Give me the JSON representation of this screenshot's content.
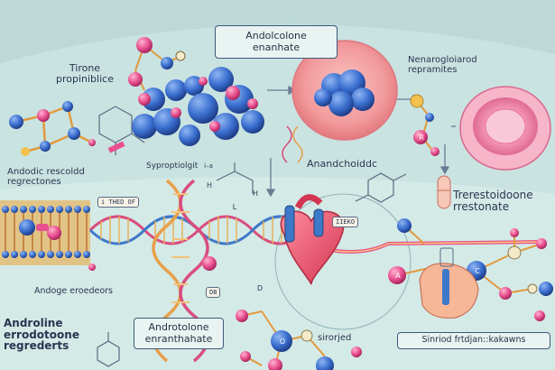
{
  "labels": {
    "top_box": "Andolcolone\nenanhate",
    "trione": "Tirone\npropiniblice",
    "andodic": "Andodic rescoldd\nregrectones",
    "syprop": "Syproptiolgit",
    "syprop_suffix": "i–a",
    "anand": "Anandchoiddc",
    "nenar": "Nenarogloiarod\nrepramites",
    "trest": "Trerestoidoone\nrrestonate",
    "andog": "Andoge eroedeors",
    "andrel": "Androline\nerrodotoone\nregrederts",
    "bottom_box": "Androtolone\nenranthahate",
    "sirorjed": "sirorjed",
    "sinriod": "Sinriod frtdjan::kakawns"
  },
  "tags": {
    "tag_a": "i THED OF",
    "tag_b": "IIEKO",
    "tag_c": "DB"
  },
  "atoms": {
    "H": "H",
    "L": "L",
    "R": "R",
    "A": "A",
    "C": "C",
    "O": "O",
    "D": "D",
    "H2": "H"
  },
  "colors": {
    "background": "#bcd9d8",
    "blue_sphere": "#3b6fd0",
    "pink_sphere": "#e9508f",
    "orange_bond": "#e19a3d",
    "dna_pink": "#d94d7d",
    "dna_orange": "#e8b25a",
    "heart_red": "#e0475b",
    "heart_blue": "#3d78c9",
    "cell_pink": "#f4a3a8"
  }
}
